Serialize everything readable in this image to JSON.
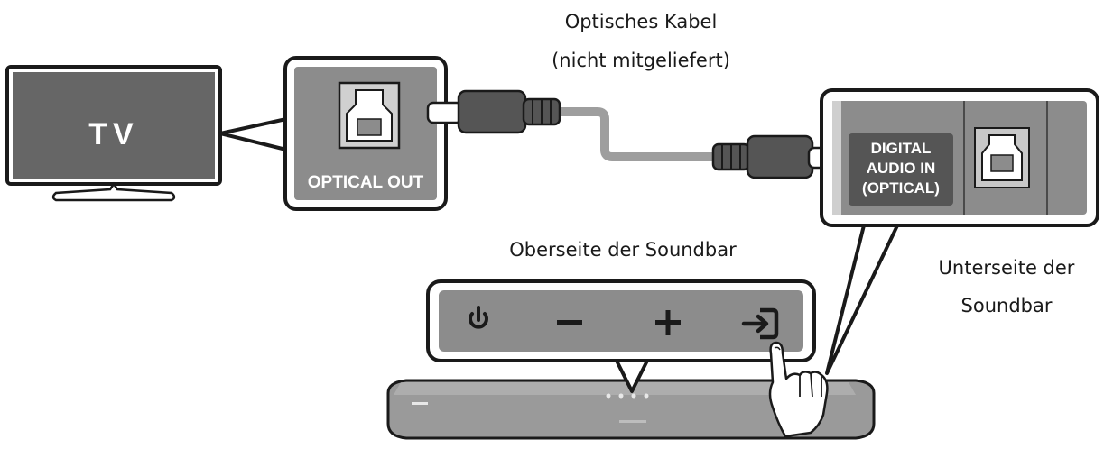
{
  "tv": {
    "label": "TV"
  },
  "tv_port": {
    "label": "OPTICAL OUT"
  },
  "cable": {
    "line1": "Optisches Kabel",
    "line2": "(nicht mitgeliefert)"
  },
  "soundbar_port": {
    "line1": "DIGITAL",
    "line2": "AUDIO IN",
    "line3": "(OPTICAL)"
  },
  "top_panel": {
    "caption": "Oberseite der Soundbar",
    "buttons": [
      "power-icon",
      "minus-icon",
      "plus-icon",
      "source-input-icon"
    ]
  },
  "bottom_panel": {
    "caption_line1": "Unterseite der",
    "caption_line2": "Soundbar"
  },
  "colors": {
    "outline": "#1a1a1a",
    "screen_gray": "#666666",
    "panel_gray": "#8c8c8c",
    "soundbar_gray": "#9a9a9a",
    "cable_gray": "#b3b3b3"
  }
}
